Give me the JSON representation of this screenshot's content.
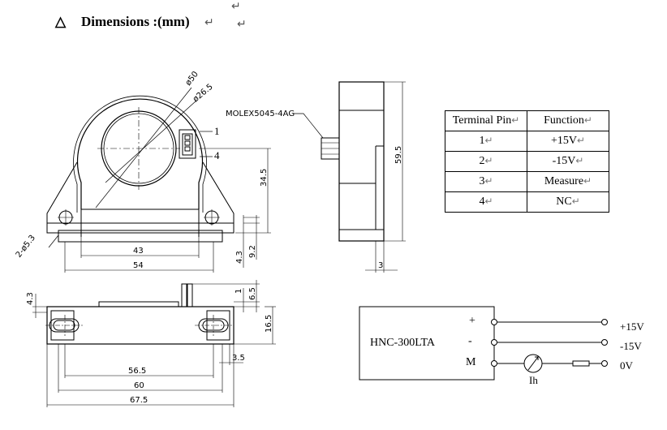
{
  "title": {
    "symbol": "△",
    "text": "Dimensions :(mm)"
  },
  "connector_label": "MOLEX5045-4AG",
  "pin_callouts": [
    "1",
    "4"
  ],
  "dimensions": {
    "front": [
      "ø50",
      "ø26.5",
      "2-ø5.3",
      "43",
      "54",
      "34.5",
      "4.3",
      "9.2"
    ],
    "side": [
      "59.5",
      "3"
    ],
    "bottom": [
      "4.3",
      "1",
      "6.5",
      "16.5",
      "3.5",
      "56.5",
      "60",
      "67.5"
    ]
  },
  "pin_table": {
    "headers": [
      "Terminal Pin",
      "Function"
    ],
    "rows": [
      {
        "pin": "1",
        "function": "+15V"
      },
      {
        "pin": "2",
        "function": "-15V"
      },
      {
        "pin": "3",
        "function": "Measure"
      },
      {
        "pin": "4",
        "function": "NC"
      }
    ]
  },
  "wiring": {
    "module_name": "HNC-300LTA",
    "pins": [
      "+",
      "-",
      "M"
    ],
    "terminals": [
      "+15V",
      "-15V",
      "0V"
    ],
    "meter_label": "Ih"
  }
}
